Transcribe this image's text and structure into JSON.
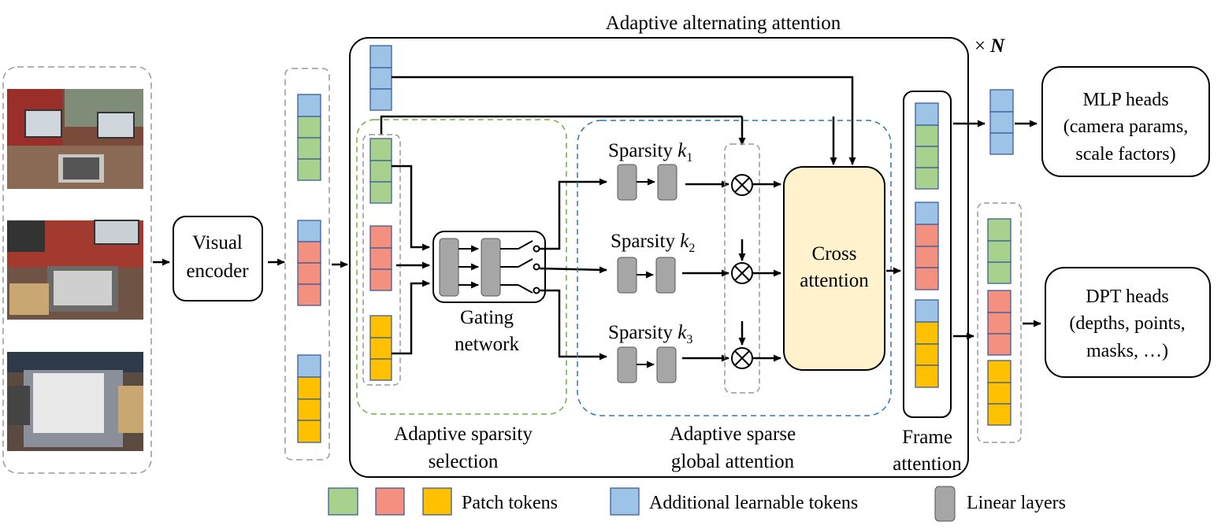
{
  "title": "Adaptive alternating attention",
  "repeat": {
    "times": "×",
    "n": "N"
  },
  "encoder": {
    "line1": "Visual",
    "line2": "encoder"
  },
  "gating": {
    "line1": "Gating",
    "line2": "network"
  },
  "sparsity": [
    {
      "label": "Sparsity ",
      "var": "k",
      "sub": "1"
    },
    {
      "label": "Sparsity ",
      "var": "k",
      "sub": "2"
    },
    {
      "label": "Sparsity ",
      "var": "k",
      "sub": "3"
    }
  ],
  "cross_attention": {
    "line1": "Cross",
    "line2": "attention"
  },
  "sections": {
    "sparsity_selection": {
      "line1": "Adaptive sparsity",
      "line2": "selection"
    },
    "sparse_global": {
      "line1": "Adaptive sparse",
      "line2": "global attention"
    },
    "frame_attention": {
      "line1": "Frame",
      "line2": "attention"
    }
  },
  "mlp_heads": {
    "line1": "MLP heads",
    "line2": "(camera params,",
    "line3": "scale factors)"
  },
  "dpt_heads": {
    "line1": "DPT heads",
    "line2": "(depths, points,",
    "line3": "masks, …)"
  },
  "legend": {
    "patch_tokens": "Patch tokens",
    "learnable_tokens": "Additional learnable tokens",
    "linear_layers": "Linear layers"
  },
  "colors": {
    "blue": "#9dc3e6",
    "green": "#a9d18e",
    "red": "#f4907f",
    "yellow": "#ffc000",
    "gray": "#a6a6a6",
    "cross": "#fff2cc",
    "green_dash": "#70ad47",
    "blue_dash": "#2e75b6"
  },
  "icons": [
    "chess-scene-photo",
    "multiply-icon",
    "switch-icon",
    "arrow-icon"
  ]
}
